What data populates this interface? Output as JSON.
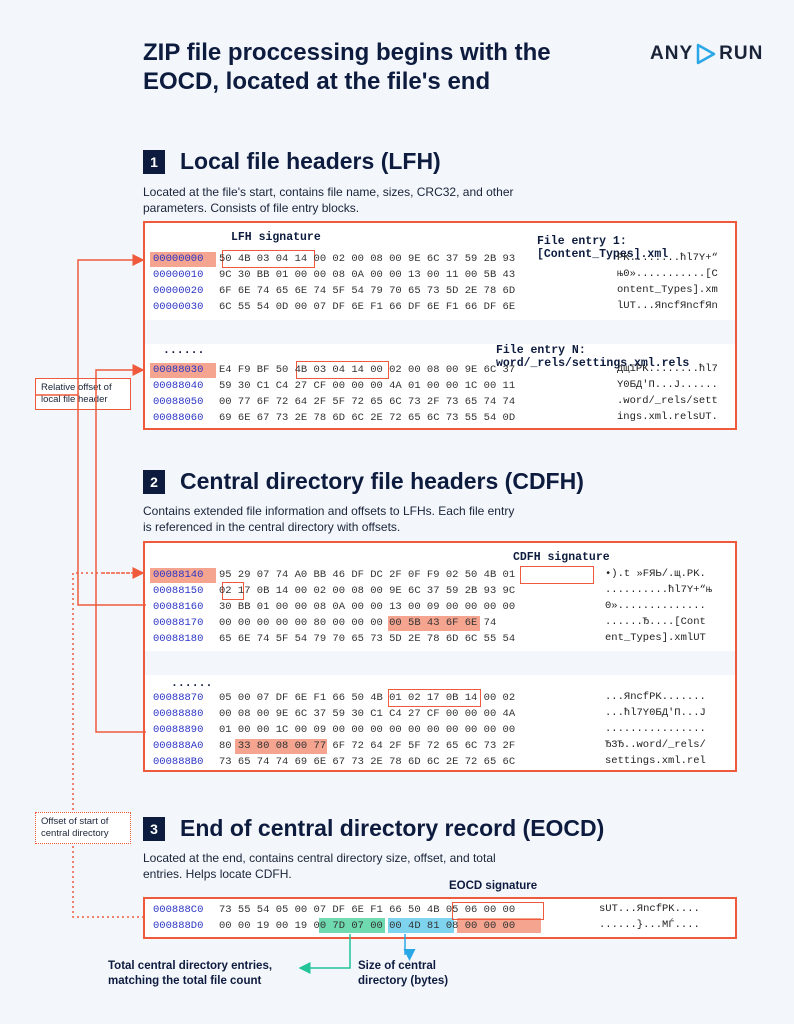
{
  "title": "ZIP file proccessing begins with the EOCD, located at the file's end",
  "logo": {
    "left": "ANY",
    "right": "RUN",
    "icon": "play-triangle-icon"
  },
  "sections": [
    {
      "number": "1",
      "heading": "Local file headers (LFH)",
      "description": "Located at the file's start, contains file name, sizes, CRC32, and other parameters. Consists of file entry blocks.",
      "signature_label": "LFH signature",
      "entry1_label": "File entry 1: [Content_Types].xml",
      "entryN_label": "File entry N: word/_rels/settings.xml.rels",
      "ellipsis": "......",
      "rows": [
        {
          "addr": "00000000",
          "bytes": "50 4B 03 04 14 00 02 00 08 00 9E 6C 37 59 2B 93",
          "ascii": "PK........ћl7Y+“"
        },
        {
          "addr": "00000010",
          "bytes": "9C 30 BB 01 00 00 08 0A 00 00 13 00 11 00 5B 43",
          "ascii": "њ0»...........[C"
        },
        {
          "addr": "00000020",
          "bytes": "6F 6E 74 65 6E 74 5F 54 79 70 65 73 5D 2E 78 6D",
          "ascii": "ontent_Types].xm"
        },
        {
          "addr": "00000030",
          "bytes": "6C 55 54 0D 00 07 DF 6E F1 66 DF 6E F1 66 DF 6E",
          "ascii": "lUT...ЯncfЯncfЯn"
        }
      ],
      "rowsN": [
        {
          "addr": "00088030",
          "bytes": "E4 F9 BF 50 4B 03 04 14 00 02 00 08 00 9E 6C 37",
          "ascii": "дщїPK........ћl7"
        },
        {
          "addr": "00088040",
          "bytes": "59 30 C1 C4 27 CF 00 00 00 4A 01 00 00 1C 00 11",
          "ascii": "Y0БД'П...J......"
        },
        {
          "addr": "00088050",
          "bytes": "00 77 6F 72 64 2F 5F 72 65 6C 73 2F 73 65 74 74",
          "ascii": ".word/_rels/sett"
        },
        {
          "addr": "00088060",
          "bytes": "69 6E 67 73 2E 78 6D 6C 2E 72 65 6C 73 55 54 0D",
          "ascii": "ings.xml.relsUT."
        }
      ]
    },
    {
      "number": "2",
      "heading": "Central directory file headers (CDFH)",
      "description": "Contains extended file information and offsets to LFHs. Each file entry is referenced in the central directory with offsets.",
      "signature_label": "CDFH signature",
      "ellipsis": "......",
      "rows": [
        {
          "addr": "00088140",
          "bytes": "95 29 07 74 A0 BB 46 DF DC 2F 0F F9 02 50 4B 01",
          "ascii": "•).t »FЯЬ/.щ.PK."
        },
        {
          "addr": "00088150",
          "bytes": "02 17 0B 14 00 02 00 08 00 9E 6C 37 59 2B 93 9C",
          "ascii": "..........ћl7Y+“њ"
        },
        {
          "addr": "00088160",
          "bytes": "30 BB 01 00 00 08 0A 00 00 13 00 09 00 00 00 00",
          "ascii": "0».............."
        },
        {
          "addr": "00088170",
          "bytes": "00 00 00 00 00 80 00 00 00 00 5B 43 6F 6E 74",
          "ascii": "......Ђ....[Cont"
        },
        {
          "addr": "00088180",
          "bytes": "65 6E 74 5F 54 79 70 65 73 5D 2E 78 6D 6C 55 54",
          "ascii": "ent_Types].xmlUT"
        }
      ],
      "rowsN": [
        {
          "addr": "00088870",
          "bytes": "05 00 07 DF 6E F1 66 50 4B 01 02 17 0B 14 00 02",
          "ascii": "...ЯncfPK......."
        },
        {
          "addr": "00088880",
          "bytes": "00 08 00 9E 6C 37 59 30 C1 C4 27 CF 00 00 00 4A",
          "ascii": "...ћl7Y0БД'П...J"
        },
        {
          "addr": "00088890",
          "bytes": "01 00 00 1C 00 09 00 00 00 00 00 00 00 00 00 00",
          "ascii": "................"
        },
        {
          "addr": "000888A0",
          "bytes": "80 33 80 08 00 77 6F 72 64 2F 5F 72 65 6C 73 2F",
          "ascii": "Ђ3Ђ..word/_rels/"
        },
        {
          "addr": "000888B0",
          "bytes": "73 65 74 74 69 6E 67 73 2E 78 6D 6C 2E 72 65 6C",
          "ascii": "settings.xml.rel"
        }
      ]
    },
    {
      "number": "3",
      "heading": "End of central directory record (EOCD)",
      "description": "Located at the end, contains central directory size, offset, and total entries. Helps locate CDFH.",
      "signature_label": "EOCD signature",
      "rows": [
        {
          "addr": "000888C0",
          "bytes": "73 55 54 05 00 07 DF 6E F1 66 50 4B 05 06 00 00",
          "ascii": "sUT...ЯncfPK...."
        },
        {
          "addr": "000888D0",
          "bytes": "00 00 19 00 19 00 7D 07 00 00 4D 81 08 00 00 00",
          "ascii": "......}...MЃ...."
        }
      ]
    }
  ],
  "callouts": {
    "relative_offset": "Relative offset of local file header",
    "cd_offset": "Offset of start of central directory"
  },
  "notes": {
    "total_entries": "Total central directory entries, matching the total file count",
    "cd_size": "Size of central directory (bytes)"
  },
  "colors": {
    "accent": "#f05a3c",
    "navy": "#0d1b3e",
    "highlight": "#f4a48f",
    "green": "#6fd9b0",
    "blue": "#7ed4ef",
    "addr": "#2b35c4"
  }
}
